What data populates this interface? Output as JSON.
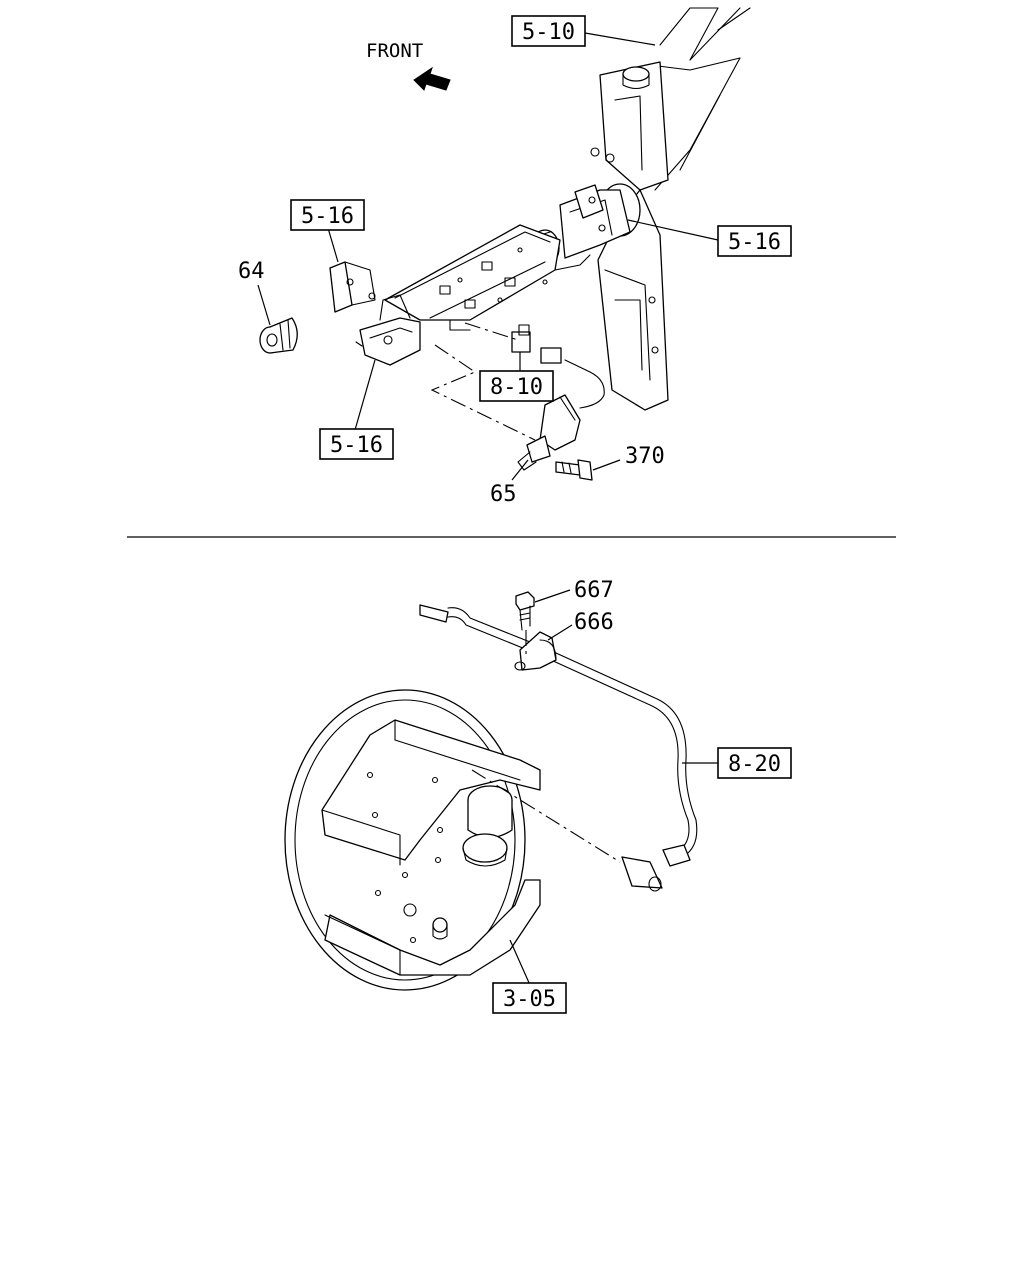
{
  "upper_view": {
    "direction_label": "FRONT",
    "refs": {
      "r510": "5-10",
      "r516_left": "5-16",
      "r516_right": "5-16",
      "r516_lower": "5-16",
      "r810": "8-10"
    },
    "part_numbers": {
      "p64": "64",
      "p65": "65",
      "p370": "370"
    }
  },
  "lower_view": {
    "refs": {
      "r820": "8-20",
      "r305": "3-05"
    },
    "part_numbers": {
      "p667": "667",
      "p666": "666"
    }
  }
}
